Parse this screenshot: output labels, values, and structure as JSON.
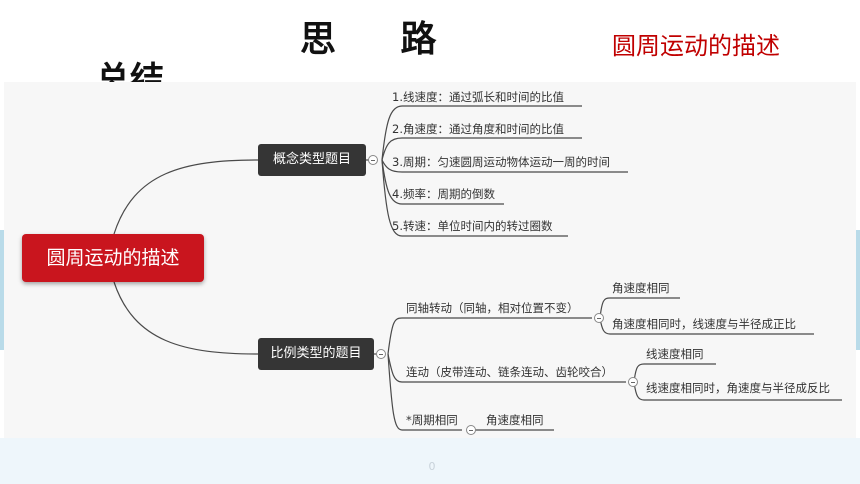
{
  "header": {
    "title": "思 路",
    "title_cont": "总结",
    "subtitle": "圆周运动的描述",
    "page_number": "0"
  },
  "mindmap": {
    "root": "圆周运动的描述",
    "concept": {
      "label": "概念类型题目",
      "items": [
        "1.线速度：通过弧长和时间的比值",
        "2.角速度：通过角度和时间的比值",
        "3.周期：匀速圆周运动物体运动一周的时间",
        "4.频率：周期的倒数",
        "5.转速：单位时间内的转过圈数"
      ]
    },
    "ratio": {
      "label": "比例类型的题目",
      "coaxial": {
        "label": "同轴转动（同轴，相对位置不变）",
        "children": [
          "角速度相同",
          "角速度相同时，线速度与半径成正比"
        ]
      },
      "linked": {
        "label": "连动（皮带连动、链条连动、齿轮咬合）",
        "children": [
          "线速度相同",
          "线速度相同时，角速度与半径成反比"
        ]
      },
      "period": {
        "label": "*周期相同",
        "children": [
          "角速度相同"
        ]
      }
    }
  },
  "colors": {
    "root_bg": "#c9151e",
    "branch_bg": "#353535",
    "subtitle": "#c00000"
  }
}
